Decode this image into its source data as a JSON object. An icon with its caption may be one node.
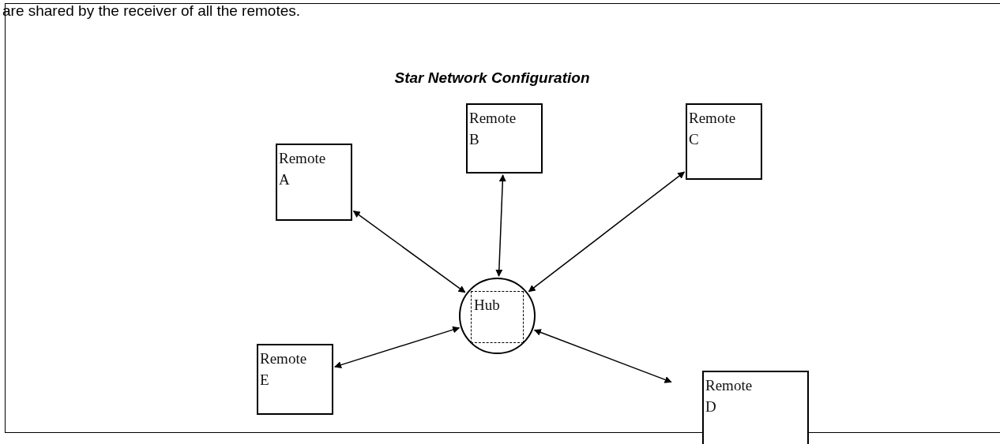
{
  "diagram": {
    "title": "Star Network Configuration",
    "nodes": [
      {
        "text": [
          "Remote B"
        ]
      },
      {
        "text": [
          "Remote C"
        ]
      },
      {
        "text": [
          "Remote A"
        ]
      },
      {
        "text": [],
        "shape": "circle"
      },
      {
        "text": [
          "Hub"
        ],
        "in": 3
      },
      {
        "text": [
          "Remote E"
        ]
      },
      {
        "text": [
          "Remote D"
        ]
      }
    ],
    "edges": [
      {
        "from": 2,
        "to": 3,
        "arrow": "both"
      },
      {
        "from": 0,
        "to": 3,
        "arrow": "both"
      },
      {
        "from": 1,
        "to": 3,
        "arrow": "both"
      },
      {
        "from": 5,
        "to": 3,
        "arrow": "both"
      },
      {
        "from": 3,
        "to": 6,
        "arrow": "both"
      }
    ],
    "labels": [
      "are shared by the receiver of all the remotes."
    ]
  }
}
